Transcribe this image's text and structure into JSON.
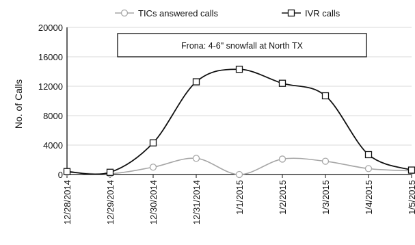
{
  "chart_data": {
    "type": "line",
    "ylabel": "No. of Calls",
    "ylim": [
      0,
      20000
    ],
    "yticks": [
      0,
      4000,
      8000,
      12000,
      16000,
      20000
    ],
    "categories": [
      "12/28/2014",
      "12/29/2014",
      "12/30/2014",
      "12/31/2014",
      "1/1/2015",
      "1/2/2015",
      "1/3/2015",
      "1/4/2015",
      "1/5/2015"
    ],
    "series": [
      {
        "name": "TICs answered calls",
        "marker": "circle",
        "color": "#a6a6a6",
        "values": [
          300,
          100,
          1000,
          2200,
          0,
          2100,
          1800,
          800,
          500
        ]
      },
      {
        "name": "IVR calls",
        "marker": "square",
        "color": "#111111",
        "values": [
          400,
          300,
          4300,
          12600,
          14300,
          12400,
          10700,
          2700,
          600
        ]
      }
    ],
    "annotation": "Frona: 4-6\" snowfall at North TX",
    "legend_position": "top",
    "grid": "horizontal"
  }
}
